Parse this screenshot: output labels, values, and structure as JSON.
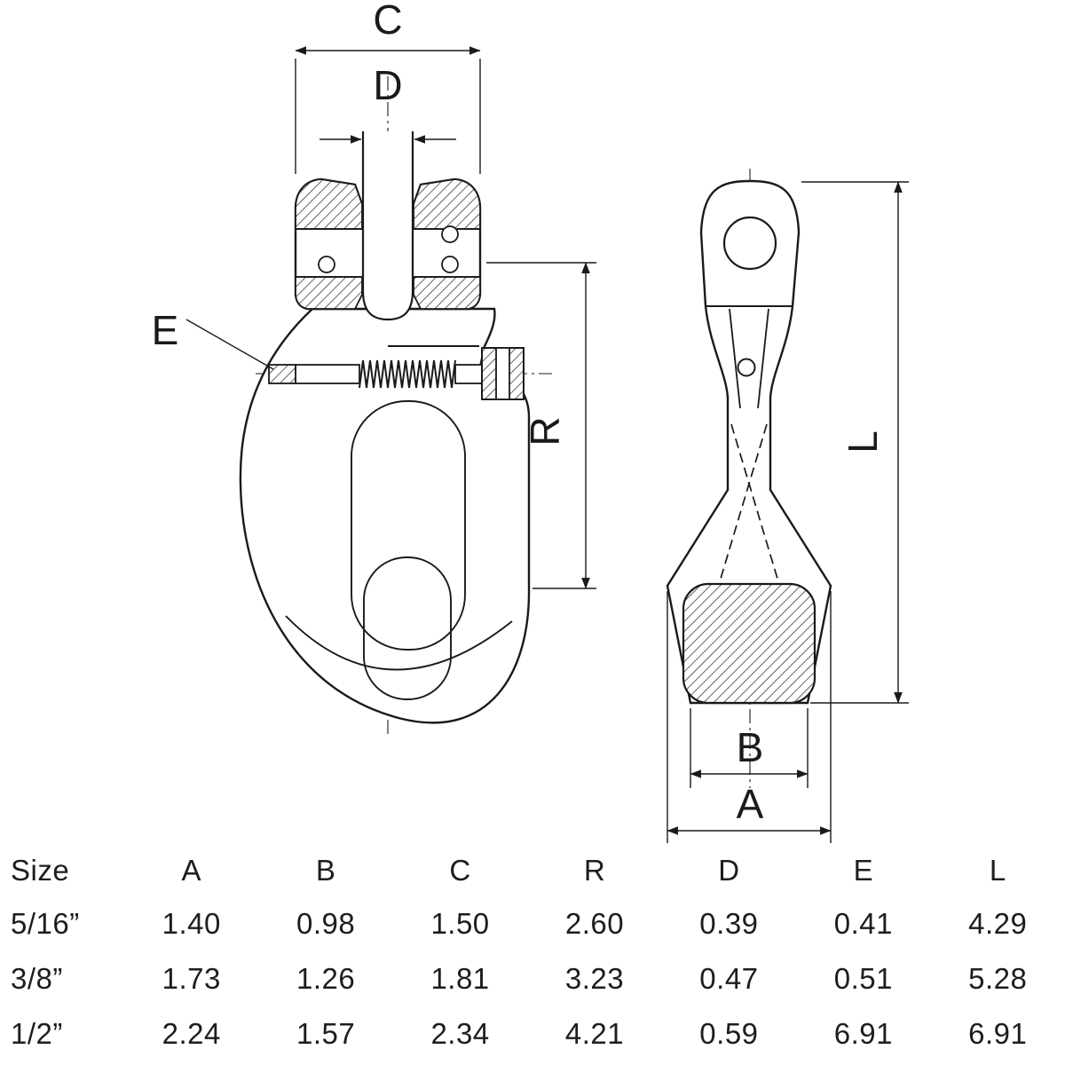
{
  "diagram": {
    "labels": {
      "c": "C",
      "d": "D",
      "e": "E",
      "r": "R",
      "l": "L",
      "b": "B",
      "a": "A"
    }
  },
  "table": {
    "headers": [
      "Size",
      "A",
      "B",
      "C",
      "R",
      "D",
      "E",
      "L"
    ],
    "rows": [
      [
        "5/16”",
        "1.40",
        "0.98",
        "1.50",
        "2.60",
        "0.39",
        "0.41",
        "4.29"
      ],
      [
        "3/8”",
        "1.73",
        "1.26",
        "1.81",
        "3.23",
        "0.47",
        "0.51",
        "5.28"
      ],
      [
        "1/2”",
        "2.24",
        "1.57",
        "2.34",
        "4.21",
        "0.59",
        "6.91",
        "6.91"
      ]
    ]
  }
}
